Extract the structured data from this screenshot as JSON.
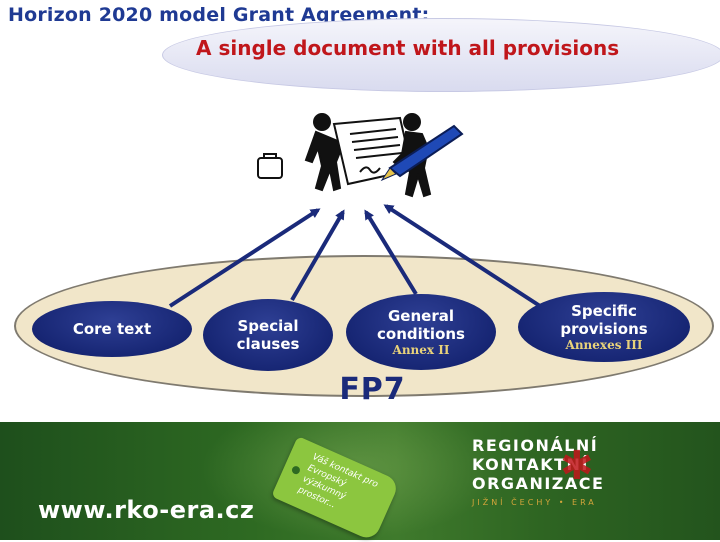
{
  "title": "Horizon 2020 model Grant Agreement:",
  "subtitle": "A single document with all provisions",
  "diagram": {
    "nodes": [
      {
        "id": "core",
        "lines": [
          "Core text"
        ],
        "sub": ""
      },
      {
        "id": "special",
        "lines": [
          "Special",
          "clauses"
        ],
        "sub": ""
      },
      {
        "id": "general",
        "lines": [
          "General",
          "conditions"
        ],
        "sub": "Annex II"
      },
      {
        "id": "specific",
        "lines": [
          "Specific",
          "provisions"
        ],
        "sub": "Annexes III"
      }
    ],
    "label": "FP7"
  },
  "footer": {
    "url": "www.rko-era.cz",
    "tag_text": "Váš kontakt pro Evropský výzkumný prostor...",
    "logo_lines": [
      "REGIONÁLNÍ",
      "KONTAKTNÍ",
      "ORGANIZACE"
    ],
    "logo_sub": "JIŽNÍ ČECHY • ERA"
  },
  "colors": {
    "title": "#1f3a93",
    "subtitle": "#c0161b",
    "node": "#172674",
    "annex": "#e8d27a",
    "oval_fill": "#f1e6c9",
    "footer_green": "#2e6a22",
    "tag_green": "#8cc63f"
  }
}
